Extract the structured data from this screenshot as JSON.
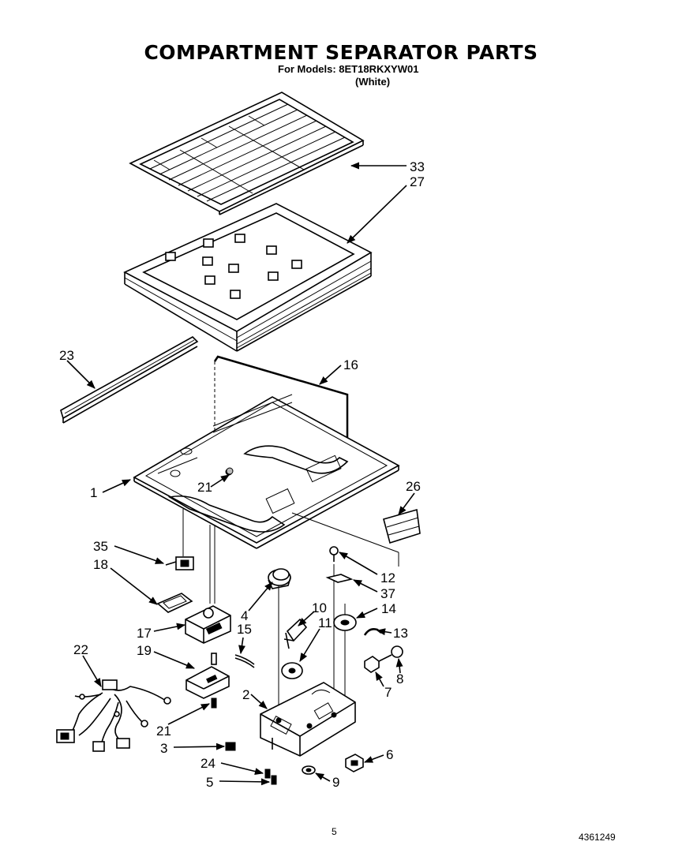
{
  "header": {
    "title": "COMPARTMENT SEPARATOR PARTS",
    "models_line": "For Models: 8ET18RKXYW01",
    "color_line": "(White)"
  },
  "callouts": [
    "33",
    "27",
    "23",
    "16",
    "1",
    "21",
    "26",
    "35",
    "18",
    "12",
    "37",
    "4",
    "10",
    "14",
    "17",
    "15",
    "11",
    "13",
    "19",
    "22",
    "8",
    "2",
    "7",
    "21",
    "3",
    "6",
    "24",
    "5",
    "9"
  ],
  "footer": {
    "page_number": "5",
    "doc_number": "4361249"
  }
}
